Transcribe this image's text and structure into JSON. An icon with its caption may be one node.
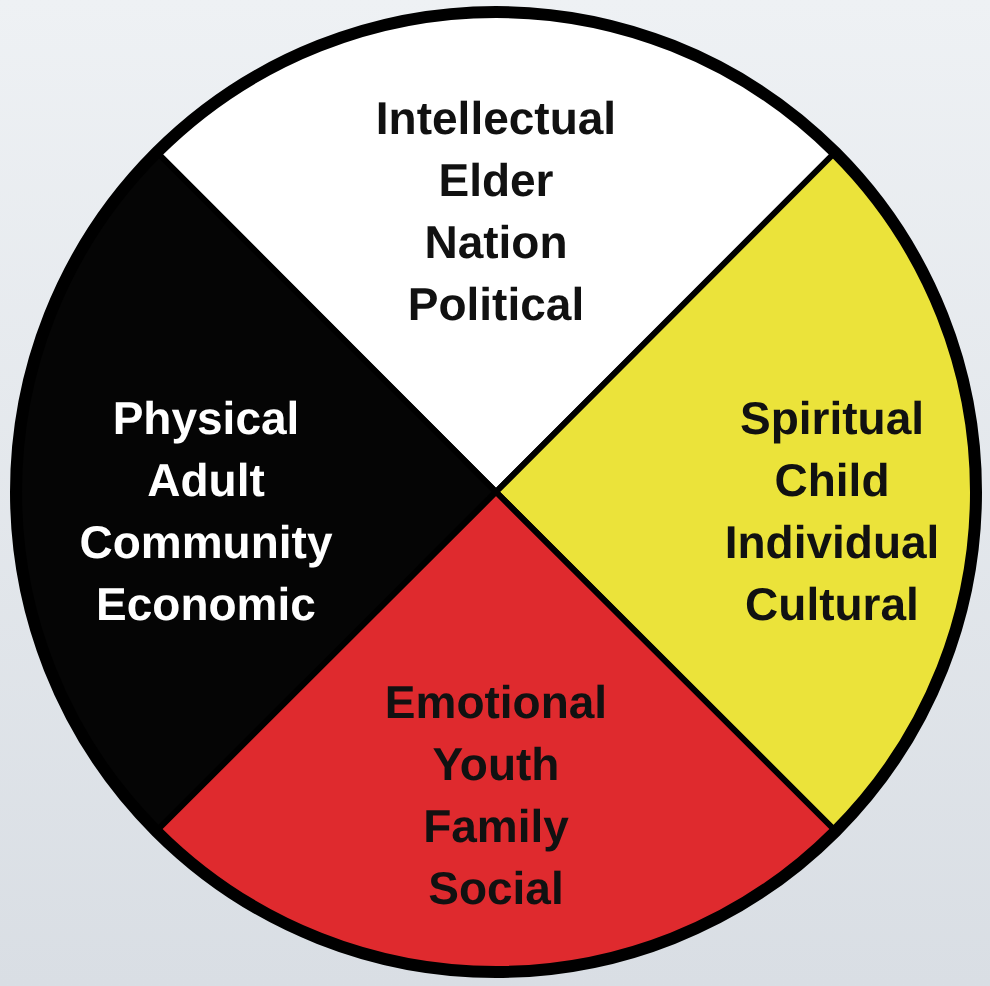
{
  "diagram": {
    "nodes": [
      {
        "text": [],
        "shape": "circle"
      },
      {
        "text": [
          "Intellectual",
          "Elder",
          "Nation",
          "Political"
        ],
        "in": 0
      },
      {
        "text": [
          "Physical",
          "Adult",
          "Community",
          "Economic"
        ],
        "in": 0
      },
      {
        "text": [
          "Spiritual",
          "Child",
          "Individual",
          "Cultural"
        ],
        "in": 0
      },
      {
        "text": [
          "Emotional",
          "Youth",
          "Family",
          "Social"
        ],
        "in": 0
      }
    ]
  }
}
